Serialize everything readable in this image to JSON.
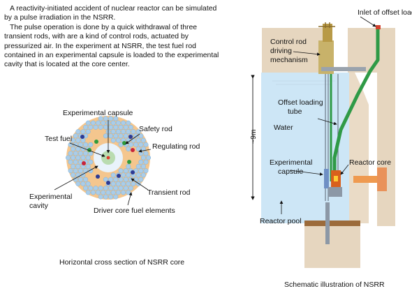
{
  "intro": {
    "line1": "A reactivity-initiated accident of nuclear reactor can be simulated by a pulse irradiation in the NSRR.",
    "line2": "The pulse operation is done by a quick withdrawal of three transient rods, with are a kind of control rods, actuated by pressurized air. In the experiment at NSRR, the test fuel rod contained in an experimental capsule is loaded to the experimental cavity that is located at the core center."
  },
  "core": {
    "caption": "Horizontal cross section of NSRR core",
    "labels": {
      "experimental_capsule": "Experimental capsule",
      "test_fuel": "Test fuel",
      "safety_rod": "Safety rod",
      "regulating_rod": "Regulating rod",
      "experimental": "Experimental",
      "cavity": "cavity",
      "transient_rod": "Transient rod",
      "driver_core": "Driver core fuel elements"
    },
    "colors": {
      "fuel": "#a9cdea",
      "cavity": "#f4c68e",
      "capsule": "#b9dcb0",
      "test_fuel": "#e03c2c",
      "safety_rod": "#2e9b3d",
      "regulating_rod": "#c8243a",
      "transient_rod": "#2d3a94"
    }
  },
  "schematic": {
    "caption": "Schematic illustration of NSRR",
    "labels": {
      "inlet": "Inlet of offset loading tube",
      "control_rod_1": "Control rod",
      "control_rod_2": "driving",
      "control_rod_3": "mechanism",
      "offset_1": "Offset loading",
      "offset_2": "tube",
      "water": "Water",
      "depth": "~9m",
      "exp_capsule_1": "Experimental",
      "exp_capsule_2": "capsule",
      "reactor_core": "Reactor core",
      "reactor_pool": "Reactor pool"
    },
    "colors": {
      "concrete": "#e6d6bf",
      "water": "#cde6f6",
      "tube": "#2f9a46",
      "core": "#d9601c",
      "beam": "#ef9a50"
    }
  }
}
